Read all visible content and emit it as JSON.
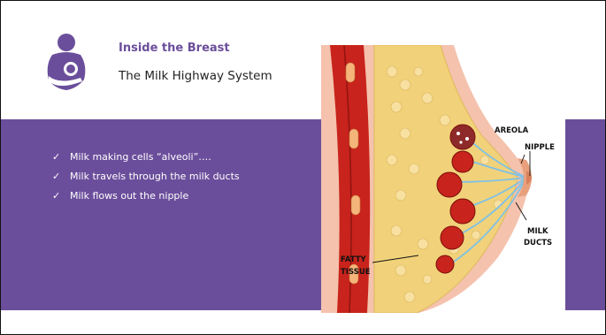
{
  "header": {
    "title": "Inside the Breast",
    "subtitle": "The Milk Highway System"
  },
  "bullets": [
    "Milk making cells “alveoli”….",
    "Milk travels through the milk ducts",
    "Milk flows out the nipple"
  ],
  "check_glyph": "✓",
  "logo_icon": "breastfeeding-icon",
  "diagram": {
    "labels": {
      "areola": "AREOLA",
      "nipple": "NIPPLE",
      "milk_line1": "MILK",
      "milk_line2": "DUCTS",
      "fatty_line1": "FATTY",
      "fatty_line2": "TISSUE"
    }
  },
  "colors": {
    "accent": "#6b4e9b",
    "skin": "#f4c2ad",
    "muscle": "#c8231c",
    "fat": "#f1d27a",
    "duct": "#7fc1e5"
  }
}
